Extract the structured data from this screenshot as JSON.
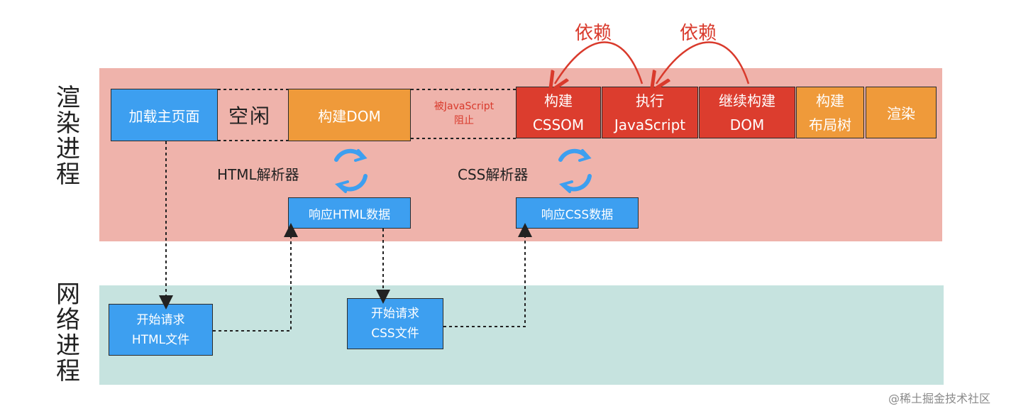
{
  "lanes": {
    "render_label": "渲染进程",
    "network_label": "网络进程",
    "render_color": "#efb3ab",
    "network_color": "#c6e3df"
  },
  "render_boxes": {
    "load_main_page": "加载主页面",
    "idle": "空闲",
    "build_dom": "构建DOM",
    "blocked_by_js": "被JavaScript\n阻止",
    "build_cssom": "构建\nCSSOM",
    "exec_js": "执行\nJavaScript",
    "continue_dom": "继续构建\nDOM",
    "build_layout_tree": "构建\n布局树",
    "render": "渲染"
  },
  "parsers": {
    "html_parser": "HTML解析器",
    "css_parser": "CSS解析器",
    "html_response": "响应HTML数据",
    "css_response": "响应CSS数据"
  },
  "network_boxes": {
    "request_html": "开始请求\nHTML文件",
    "request_css": "开始请求\nCSS文件"
  },
  "dependencies": {
    "label1": "依赖",
    "label2": "依赖"
  },
  "colors": {
    "blue": "#3d9ff0",
    "orange": "#ef9a3a",
    "red": "#dc3d2e",
    "cycle_icon": "#3d9ff0"
  },
  "watermark": "@稀土掘金技术社区"
}
